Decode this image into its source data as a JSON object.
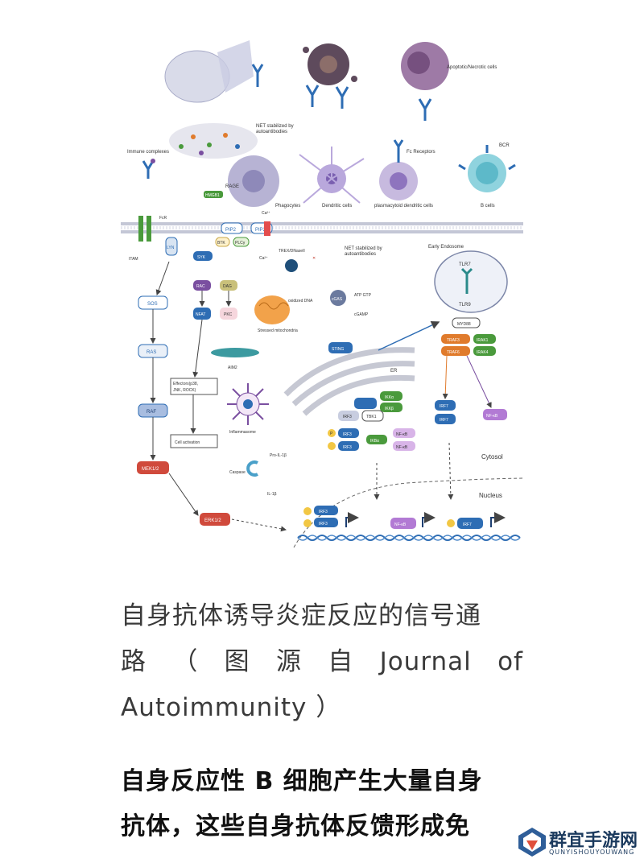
{
  "figure": {
    "labels": {
      "apoptotic": "Apoptotic/Necrotic cells",
      "net_top": "NET stabilized by",
      "net_top2": "autoantibodies",
      "immune_complexes": "Immune complexes",
      "fc_receptors": "Fc Receptors",
      "bcr": "BCR",
      "rage": "RAGE",
      "hmgb1": "HMGB1",
      "phagocytes": "Phagocytes",
      "dendritic": "Dendritic cells",
      "pdc": "plasmacytoid dendritic cells",
      "bcells": "B cells",
      "fcr": "FcR",
      "itam": "ITAM",
      "lyn": "LYN",
      "syk": "SYK",
      "pip2a": "PIP2",
      "pip2b": "PIP2",
      "btk": "BTK",
      "plcg": "PLCγ",
      "ca_top": "Ca²⁺",
      "ca_bottom": "Ca²⁺",
      "trex": "TREX/DNaseII",
      "net_mid": "NET stabilized by",
      "net_mid2": "autoantibodies",
      "early_endosome": "Early Endosome",
      "tlr7": "TLR7",
      "tlr9": "TLR9",
      "sos": "SOS",
      "ras": "RAS",
      "raf": "RAF",
      "mek": "MEK1/2",
      "erk": "ERK1/2",
      "rac": "RAC",
      "dag": "DAG",
      "nfat": "NFAT",
      "pkc": "PKC",
      "oxidized_dna": "oxidized DNA",
      "stressed_mito": "Stressed mitochondria",
      "cgas": "cGAS",
      "atp_gtp": "ATP GTP",
      "cgamp": "cGAMP",
      "sting": "STING",
      "aim2": "AIM2",
      "effectors": "Effectors(p38,",
      "effectors2": "JNK, ROCK)",
      "inflammasome": "Inflammasome",
      "cell_activation": "Cell activation",
      "caspase": "Caspase",
      "pro_il1b": "Pro-IL-1β",
      "il1b": "IL-1β",
      "er": "ER",
      "myd88": "MYD88",
      "traf3": "TRAF3",
      "traf6": "TRAF6",
      "irak1": "IRAK1",
      "irak4": "IRAK4",
      "ikka": "IKKα",
      "ikkb": "IKKβ",
      "irf3": "IRF3",
      "tbk1": "TBK1",
      "irf7a": "IRF7",
      "irf7b": "IRF7",
      "nfkb_r": "NF-κB",
      "irf3_pa": "IRF3",
      "irf3_pb": "IRF3",
      "ikba": "IKBα",
      "nfkb_a": "NF-κB",
      "nfkb_b": "NF-κB",
      "cytosol": "Cytosol",
      "nucleus": "Nucleus",
      "p": "P",
      "n_irf3a": "IRF3",
      "n_irf3b": "IRF3",
      "n_nfkb": "NF-κB",
      "n_irf7": "IRF7"
    }
  },
  "caption": {
    "line1": "自身抗体诱导炎症反应的信号通",
    "line2_chars": [
      "路",
      "（",
      "图",
      "源",
      "自",
      "Journal",
      "of"
    ],
    "line3": "Autoimmunity ）"
  },
  "body": {
    "line1": "自身反应性 B 细胞产生大量自身",
    "line2": "抗体，这些自身抗体反馈形成免"
  },
  "watermark": {
    "title": "群宜手游网",
    "subtitle": "QUNYISHOUYOUWANG"
  },
  "colors": {
    "blue": "#2e6db4",
    "green": "#4a9a3c",
    "purple": "#7a4fa0",
    "orange": "#e07b2c",
    "red": "#d04a3c",
    "lavender": "#d9c9ec"
  }
}
